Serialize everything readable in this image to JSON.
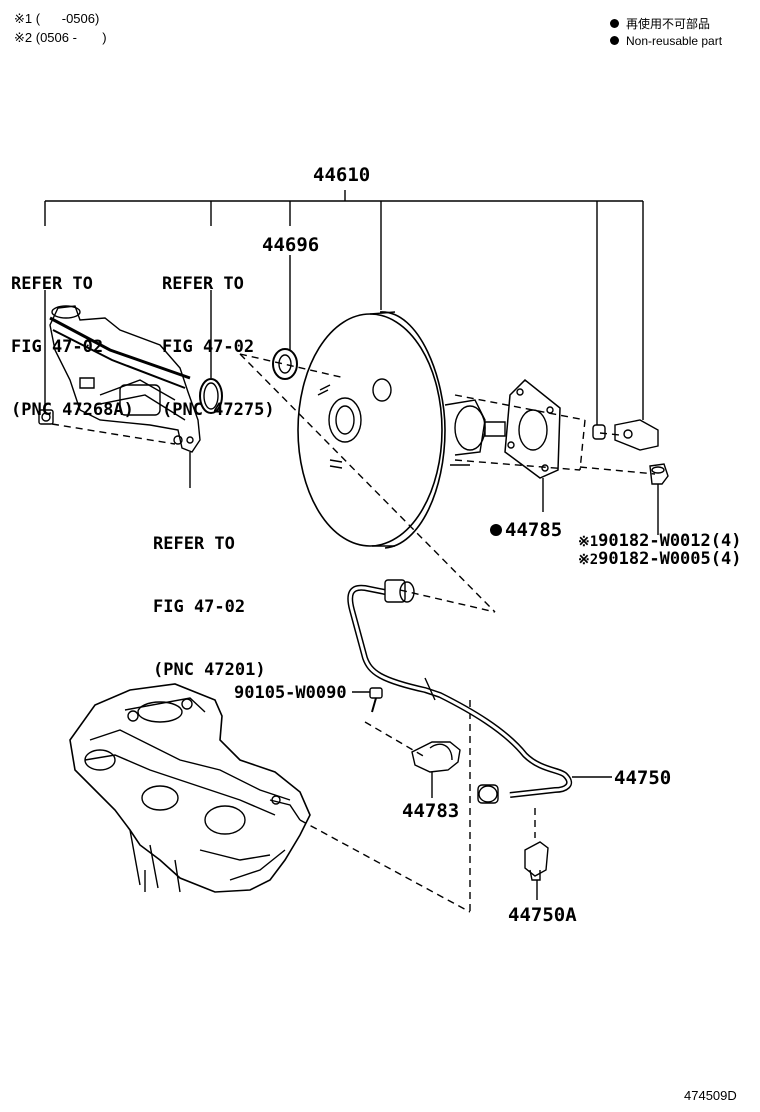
{
  "notes": {
    "note1": "※1 (      -0506)",
    "note2": "※2 (0506 -       )"
  },
  "legend": {
    "line1": "再使用不可部品",
    "line2": "Non-reusable part"
  },
  "parts": {
    "booster_assy": "44610",
    "gasket_top": "44696",
    "gasket_plate": "44785",
    "nut_1": "90182-W0012(4)",
    "nut_2": "90182-W0005(4)",
    "nut_1_mark": "※1",
    "nut_2_mark": "※2",
    "bolt": "90105-W0090",
    "vacuum_hose": "44750",
    "clamp": "44783",
    "clip": "44750A"
  },
  "refs": {
    "ref1": [
      "REFER TO",
      "FIG 47-02",
      "(PNC 47268A)"
    ],
    "ref2": [
      "REFER TO",
      "FIG 47-02",
      "(PNC 47275)"
    ],
    "ref3": [
      "REFER TO",
      "FIG 47-02",
      "(PNC 47201)"
    ]
  },
  "figure_number": "474509D"
}
